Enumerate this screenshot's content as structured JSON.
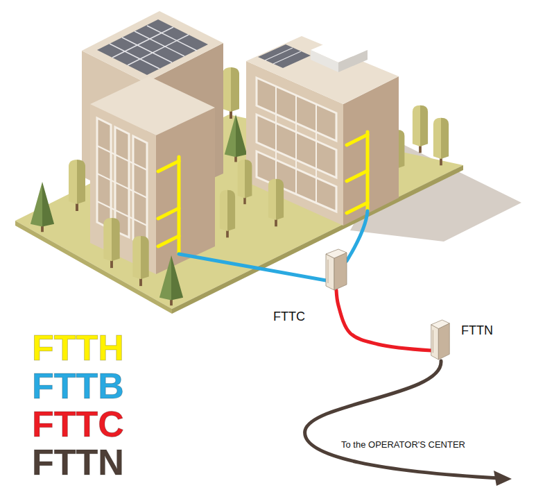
{
  "diagram": {
    "nodes": [
      {
        "text": [
          "FTTC"
        ]
      },
      {
        "text": [
          "FTTN"
        ]
      }
    ],
    "edges": [
      {
        "from": 0,
        "to": 1,
        "arrow": "none"
      }
    ],
    "labels": [
      "To the OPERATOR'S CENTER"
    ],
    "legend": [
      {
        "text": "FTTH",
        "color": "#fff200"
      },
      {
        "text": "FTTB",
        "color": "#29a9e1"
      },
      {
        "text": "FTTC",
        "color": "#ec1c24"
      },
      {
        "text": "FTTN",
        "color": "#4e3f37"
      }
    ]
  }
}
